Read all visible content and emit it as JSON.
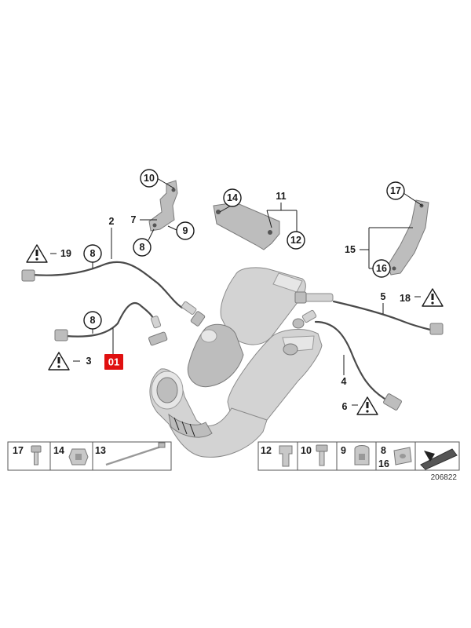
{
  "callouts": {
    "c10": "10",
    "c7": "7",
    "c9": "9",
    "c8a": "8",
    "c14": "14",
    "c11": "11",
    "c12": "12",
    "c17": "17",
    "c15": "15",
    "c16": "16",
    "c2": "2",
    "c19": "19",
    "c8b": "8",
    "c8c": "8",
    "c3": "3",
    "c5": "5",
    "c18": "18",
    "c4": "4",
    "c6": "6"
  },
  "highlight": {
    "label": "01",
    "color": "#e01010"
  },
  "legend": {
    "left": [
      {
        "label": "17",
        "icon": "bolt-icon"
      },
      {
        "label": "14",
        "icon": "clip-nut-icon"
      },
      {
        "label": "13",
        "icon": "cable-tie-icon"
      }
    ],
    "right": [
      {
        "label": "12",
        "icon": "spring-clip-icon"
      },
      {
        "label": "10",
        "icon": "screw-icon"
      },
      {
        "label": "9",
        "icon": "cable-clip-icon"
      },
      {
        "label": "8",
        "label2": "16",
        "icon": "grommet-icon"
      },
      {
        "label": "",
        "icon": "arrow-tab-icon"
      }
    ]
  },
  "document_number": "206822",
  "colors": {
    "parts": "#d3d3d3",
    "highlight": "#e01010",
    "lines": "#1a1a1a"
  }
}
